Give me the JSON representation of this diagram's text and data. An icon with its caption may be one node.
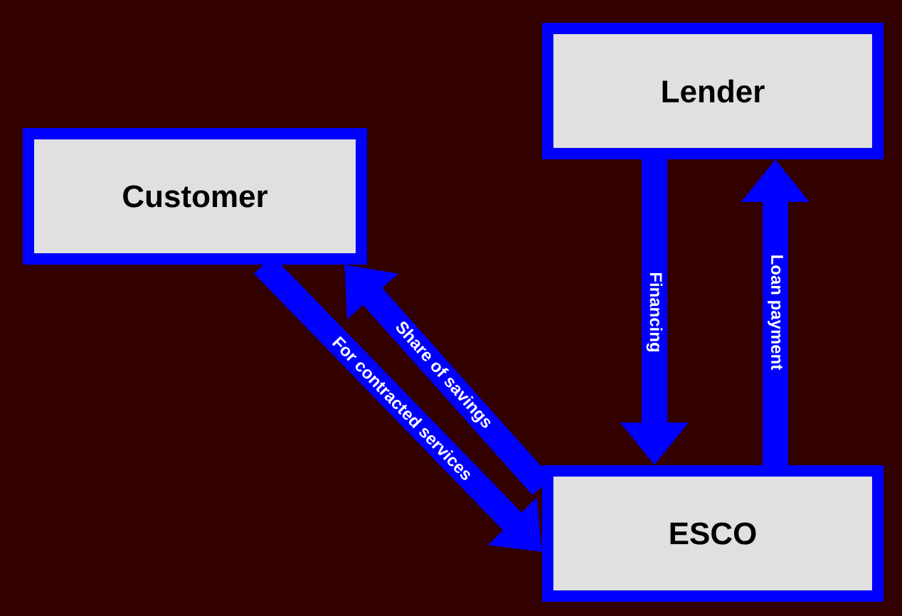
{
  "diagram": {
    "nodes": [
      {
        "text": [
          "Customer"
        ]
      },
      {
        "text": [
          "Lender"
        ]
      },
      {
        "text": [
          "ESCO"
        ]
      }
    ],
    "edges": [
      {
        "from": 0,
        "to": 2,
        "arrow": "to",
        "label": "For contracted services"
      },
      {
        "from": 2,
        "to": 0,
        "arrow": "to",
        "label": "Share of savings"
      },
      {
        "from": 1,
        "to": 2,
        "arrow": "to",
        "label": "Financing"
      },
      {
        "from": 2,
        "to": 1,
        "arrow": "to",
        "label": "Loan payment"
      }
    ]
  }
}
